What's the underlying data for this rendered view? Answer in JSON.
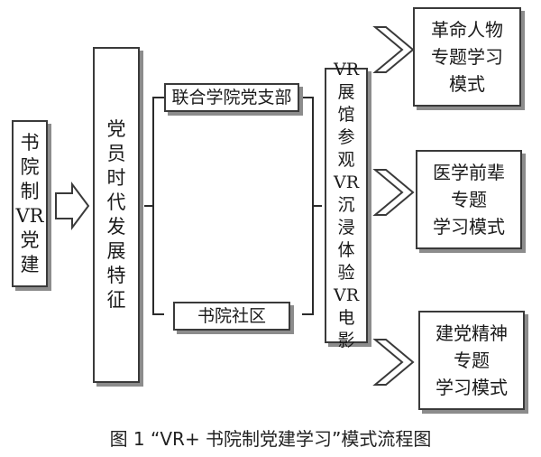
{
  "left_box": {
    "lines": [
      "书",
      "院",
      "制",
      "VR",
      "党",
      "建"
    ]
  },
  "features_box": {
    "lines": [
      "党",
      "员",
      "时",
      "代",
      "发",
      "展",
      "特",
      "征"
    ]
  },
  "branch_top": {
    "label": "联合学院党支部"
  },
  "branch_bottom": {
    "label": "书院社区"
  },
  "vr_box": {
    "groups": [
      [
        "VR",
        "展",
        "馆",
        "参",
        "观"
      ],
      [
        "VR",
        "沉",
        "浸",
        "体",
        "验"
      ],
      [
        "VR",
        "电",
        "影"
      ]
    ]
  },
  "outputs": [
    {
      "lines": [
        "革命人物",
        "专题学习",
        "模式"
      ]
    },
    {
      "lines": [
        "医学前辈",
        "专题",
        "学习模式"
      ]
    },
    {
      "lines": [
        "建党精神",
        "专题",
        "学习模式"
      ]
    }
  ],
  "caption": "图 1 “VR+ 书院制党建学习”模式流程图"
}
